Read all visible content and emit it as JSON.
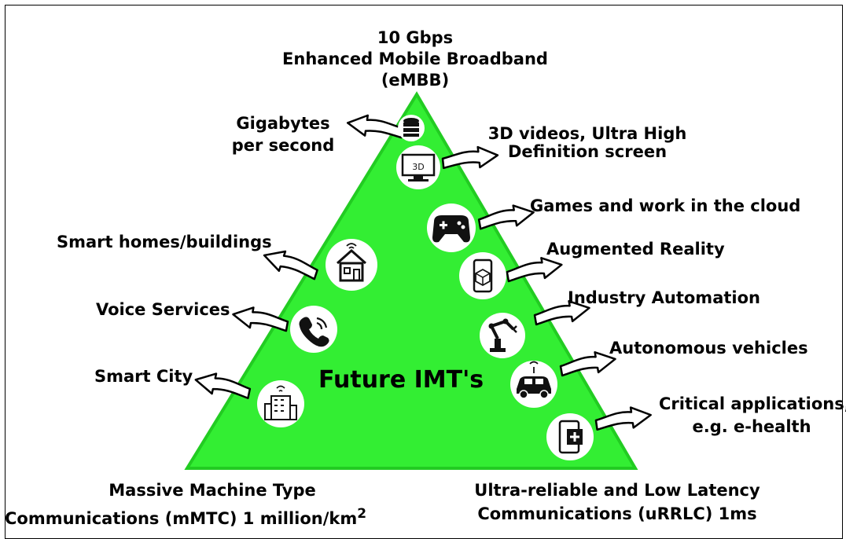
{
  "top": {
    "speed": "10 Gbps",
    "name": "Enhanced Mobile Broadband",
    "abbr": "(eMBB)"
  },
  "center_title": "Future IMT's",
  "bottom_left": {
    "line1": "Massive Machine Type",
    "line2_a": "Communications (mMTC) 1 million/km",
    "line2_sup": "2"
  },
  "bottom_right": {
    "line1": "Ultra-reliable and Low Latency",
    "line2": "Communications (uRRLC) 1ms"
  },
  "left_labels": {
    "gigabytes_1": "Gigabytes",
    "gigabytes_2": "per second",
    "smart_homes": "Smart homes/buildings",
    "voice": "Voice Services",
    "smart_city": "Smart City"
  },
  "right_labels": {
    "video_1": "3D videos, Ultra High",
    "video_2": "Definition screen",
    "games": "Games and work in the cloud",
    "ar": "Augmented Reality",
    "industry": "Industry Automation",
    "vehicles": "Autonomous vehicles",
    "critical_1": "Critical applications,",
    "critical_2": "e.g. e-health"
  },
  "icons": [
    "database-icon",
    "3d-screen-icon",
    "gamepad-icon",
    "smart-home-icon",
    "ar-phone-icon",
    "phone-call-icon",
    "robot-arm-icon",
    "smart-city-icon",
    "autonomous-car-icon",
    "ehealth-phone-icon"
  ],
  "colors": {
    "pyramid_fill": "#33ee33",
    "pyramid_stroke": "#22cc22",
    "text": "#000000"
  },
  "icon_3d_text": "3D"
}
